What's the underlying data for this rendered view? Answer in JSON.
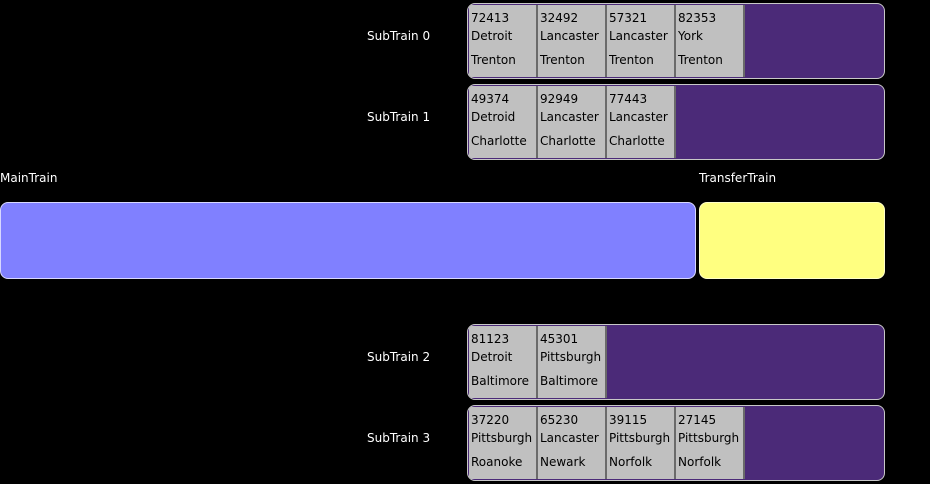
{
  "main": {
    "label": "MainTrain",
    "color": "#8080ff"
  },
  "transfer": {
    "label": "TransferTrain",
    "color": "#ffff80"
  },
  "subtrain_color": "#4b2a78",
  "car_color": "#c0c0c0",
  "subtrains": [
    {
      "label": "SubTrain 0",
      "cars": [
        {
          "id": "72413",
          "origin": "Detroit",
          "destination": "Trenton"
        },
        {
          "id": "32492",
          "origin": "Lancaster",
          "destination": "Trenton"
        },
        {
          "id": "57321",
          "origin": "Lancaster",
          "destination": "Trenton"
        },
        {
          "id": "82353",
          "origin": "York",
          "destination": "Trenton"
        }
      ]
    },
    {
      "label": "SubTrain 1",
      "cars": [
        {
          "id": "49374",
          "origin": "Detroid",
          "destination": "Charlotte"
        },
        {
          "id": "92949",
          "origin": "Lancaster",
          "destination": "Charlotte"
        },
        {
          "id": "77443",
          "origin": "Lancaster",
          "destination": "Charlotte"
        }
      ]
    },
    {
      "label": "SubTrain 2",
      "cars": [
        {
          "id": "81123",
          "origin": "Detroit",
          "destination": "Baltimore"
        },
        {
          "id": "45301",
          "origin": "Pittsburgh",
          "destination": "Baltimore"
        }
      ]
    },
    {
      "label": "SubTrain 3",
      "cars": [
        {
          "id": "37220",
          "origin": "Pittsburgh",
          "destination": "Roanoke"
        },
        {
          "id": "65230",
          "origin": "Lancaster",
          "destination": "Newark"
        },
        {
          "id": "39115",
          "origin": "Pittsburgh",
          "destination": "Norfolk"
        },
        {
          "id": "27145",
          "origin": "Pittsburgh",
          "destination": "Norfolk"
        }
      ]
    }
  ]
}
